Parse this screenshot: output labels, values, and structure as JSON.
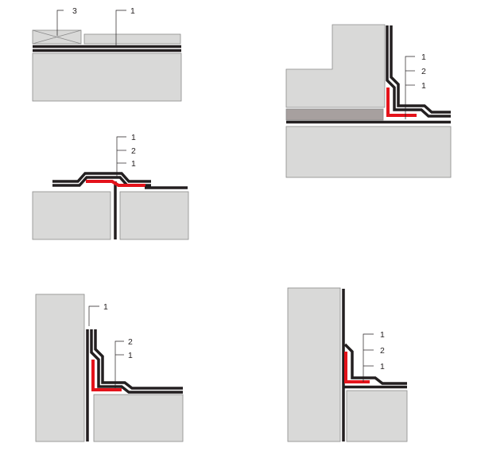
{
  "colors": {
    "substrate": "#d9d9d8",
    "substrate_edge": "#8a8a8a",
    "dark_layer": "#a7a09f",
    "membrane": "#231f20",
    "reinforcement": "#e4131b"
  },
  "diagrams": [
    {
      "id": "flat-joint",
      "callouts": [
        {
          "text": "3"
        },
        {
          "text": "1"
        }
      ]
    },
    {
      "id": "parapet-corner",
      "callouts": [
        {
          "text": "1"
        },
        {
          "text": "2"
        },
        {
          "text": "1"
        }
      ]
    },
    {
      "id": "expansion-joint",
      "callouts": [
        {
          "text": "1"
        },
        {
          "text": "2"
        },
        {
          "text": "1"
        }
      ]
    },
    {
      "id": "wall-upstand-left",
      "callouts": [
        {
          "text": "1"
        },
        {
          "text": "2"
        },
        {
          "text": "1"
        }
      ]
    },
    {
      "id": "wall-upstand-right",
      "callouts": [
        {
          "text": "1"
        },
        {
          "text": "2"
        },
        {
          "text": "1"
        }
      ]
    }
  ]
}
